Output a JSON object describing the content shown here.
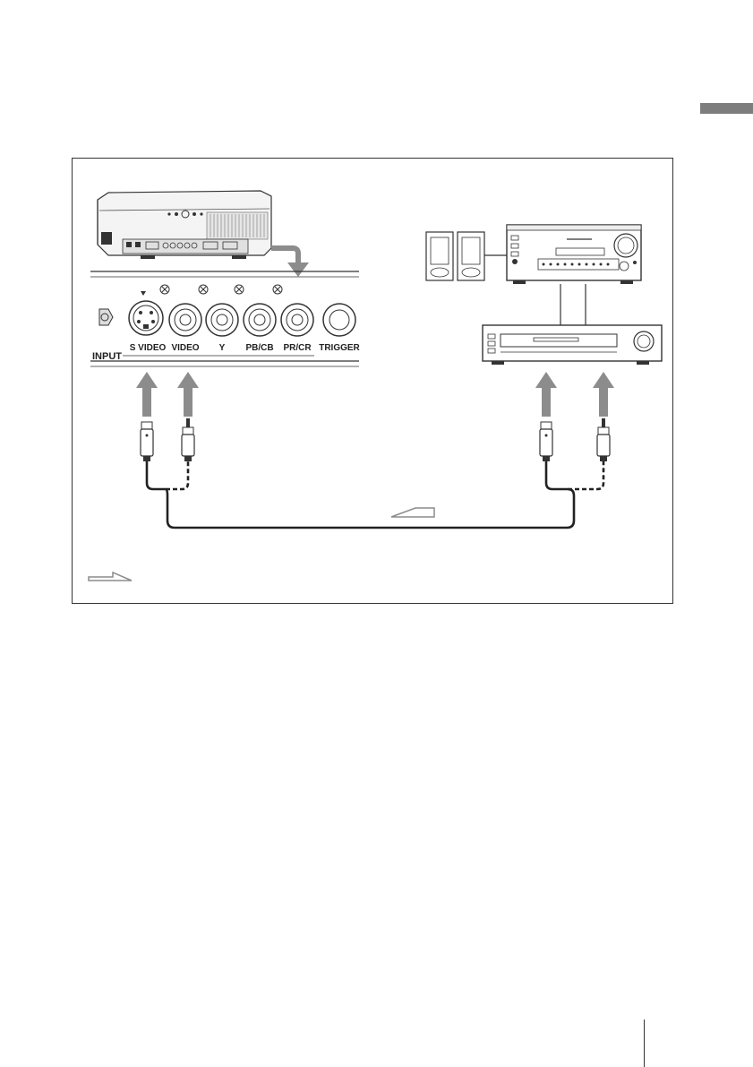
{
  "connection_panel": {
    "input_section_label": "INPUT",
    "ports": [
      {
        "label": "S VIDEO"
      },
      {
        "label": "VIDEO"
      },
      {
        "label": "Y"
      },
      {
        "label": "PB/CB"
      },
      {
        "label": "PR/CR"
      },
      {
        "label": "TRIGGER"
      }
    ]
  },
  "colors": {
    "signal_arrow": "#8c8c8c",
    "cable": "#222222",
    "side_tab": "#7d7d7d"
  },
  "icons": {
    "projector": "projector-icon",
    "av_amplifier": "av-amplifier-icon",
    "speaker": "speaker-icon",
    "vcr": "vcr-icon",
    "s_video_plug": "s-video-plug-icon",
    "rca_plug": "rca-plug-icon",
    "signal_flow_arrow": "signal-flow-arrow-icon"
  }
}
